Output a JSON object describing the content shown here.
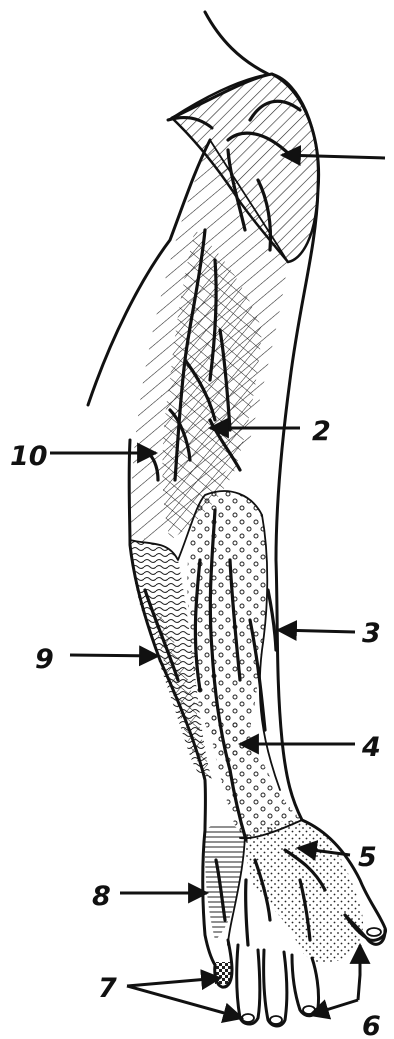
{
  "labels": {
    "l2": "2",
    "l3": "3",
    "l4": "4",
    "l5": "5",
    "l6": "6",
    "l7": "7",
    "l8": "8",
    "l9": "9",
    "l10": "10"
  },
  "icons": {
    "arrowhead": "arrowhead-icon"
  }
}
